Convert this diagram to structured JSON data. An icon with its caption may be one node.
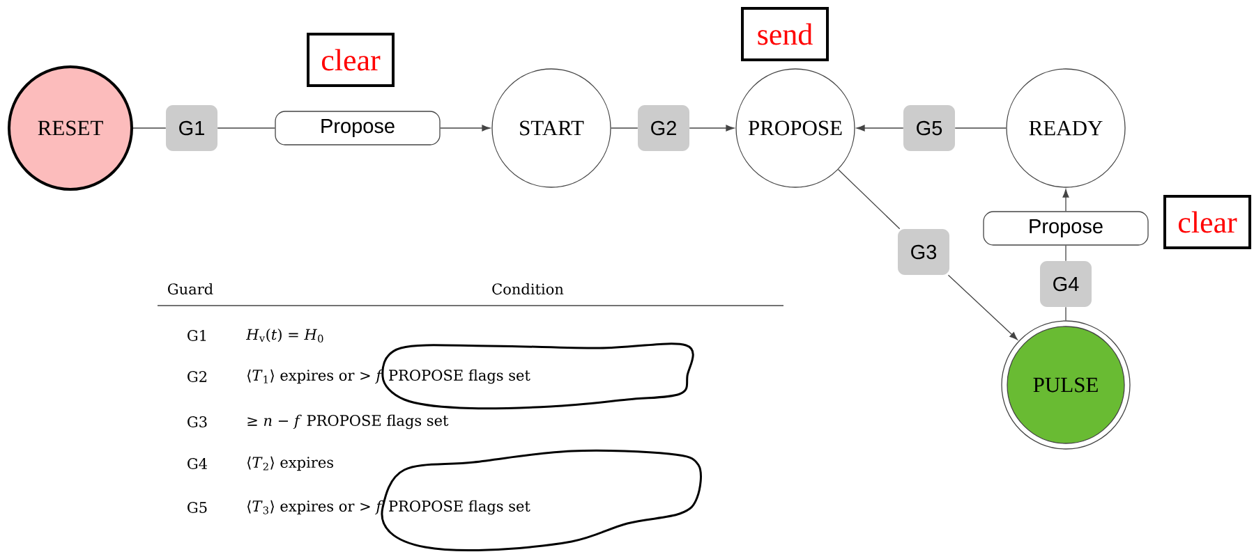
{
  "diagram": {
    "nodes": [
      {
        "text": [
          "RESET"
        ]
      },
      {
        "text": [
          "G1"
        ]
      },
      {
        "text": [
          "Propose"
        ]
      },
      {
        "text": [
          "START"
        ]
      },
      {
        "text": [
          "G2"
        ]
      },
      {
        "text": [
          "PROPOSE"
        ]
      },
      {
        "text": [
          "G5"
        ]
      },
      {
        "text": [
          "READY"
        ]
      },
      {
        "text": [
          "Propose"
        ]
      },
      {
        "text": [
          "G4"
        ]
      },
      {
        "text": [
          "PULSE"
        ]
      },
      {
        "text": [
          "G3"
        ]
      },
      {
        "text": [
          "clear"
        ]
      },
      {
        "text": [
          "send"
        ]
      },
      {
        "text": [
          "clear"
        ]
      },
      {
        "text": [],
        "shape": "loop"
      },
      {
        "text": [],
        "shape": "loop"
      }
    ],
    "edges": [
      {
        "from": 0,
        "to": 1,
        "arrow": "none"
      },
      {
        "from": 1,
        "to": 2,
        "arrow": "none"
      },
      {
        "from": 2,
        "to": 3,
        "arrow": "to"
      },
      {
        "from": 3,
        "to": 4,
        "arrow": "none"
      },
      {
        "from": 4,
        "to": 5,
        "arrow": "to"
      },
      {
        "from": 7,
        "to": 6,
        "arrow": "none"
      },
      {
        "from": 6,
        "to": 5,
        "arrow": "to"
      },
      {
        "from": 5,
        "to": 11,
        "arrow": "none"
      },
      {
        "from": 11,
        "to": 10,
        "arrow": "to"
      },
      {
        "from": 10,
        "to": 9,
        "arrow": "none"
      },
      {
        "from": 9,
        "to": 8,
        "arrow": "none"
      },
      {
        "from": 8,
        "to": 7,
        "arrow": "to"
      }
    ],
    "labels": [
      "Guard",
      "Condition",
      "G1",
      "*H*$_{v}$(*t*) = *H*$_{0}$",
      "G2",
      "⟨*T*$_{1}$⟩ expires or > *f* PROPOSE flags set",
      "G3",
      "≥ *n* − *f* PROPOSE flags set",
      "G4",
      "⟨*T*$_{2}$⟩ expires",
      "G5",
      "⟨*T*$_{3}$⟩ expires or > *f* PROPOSE flags set"
    ]
  }
}
